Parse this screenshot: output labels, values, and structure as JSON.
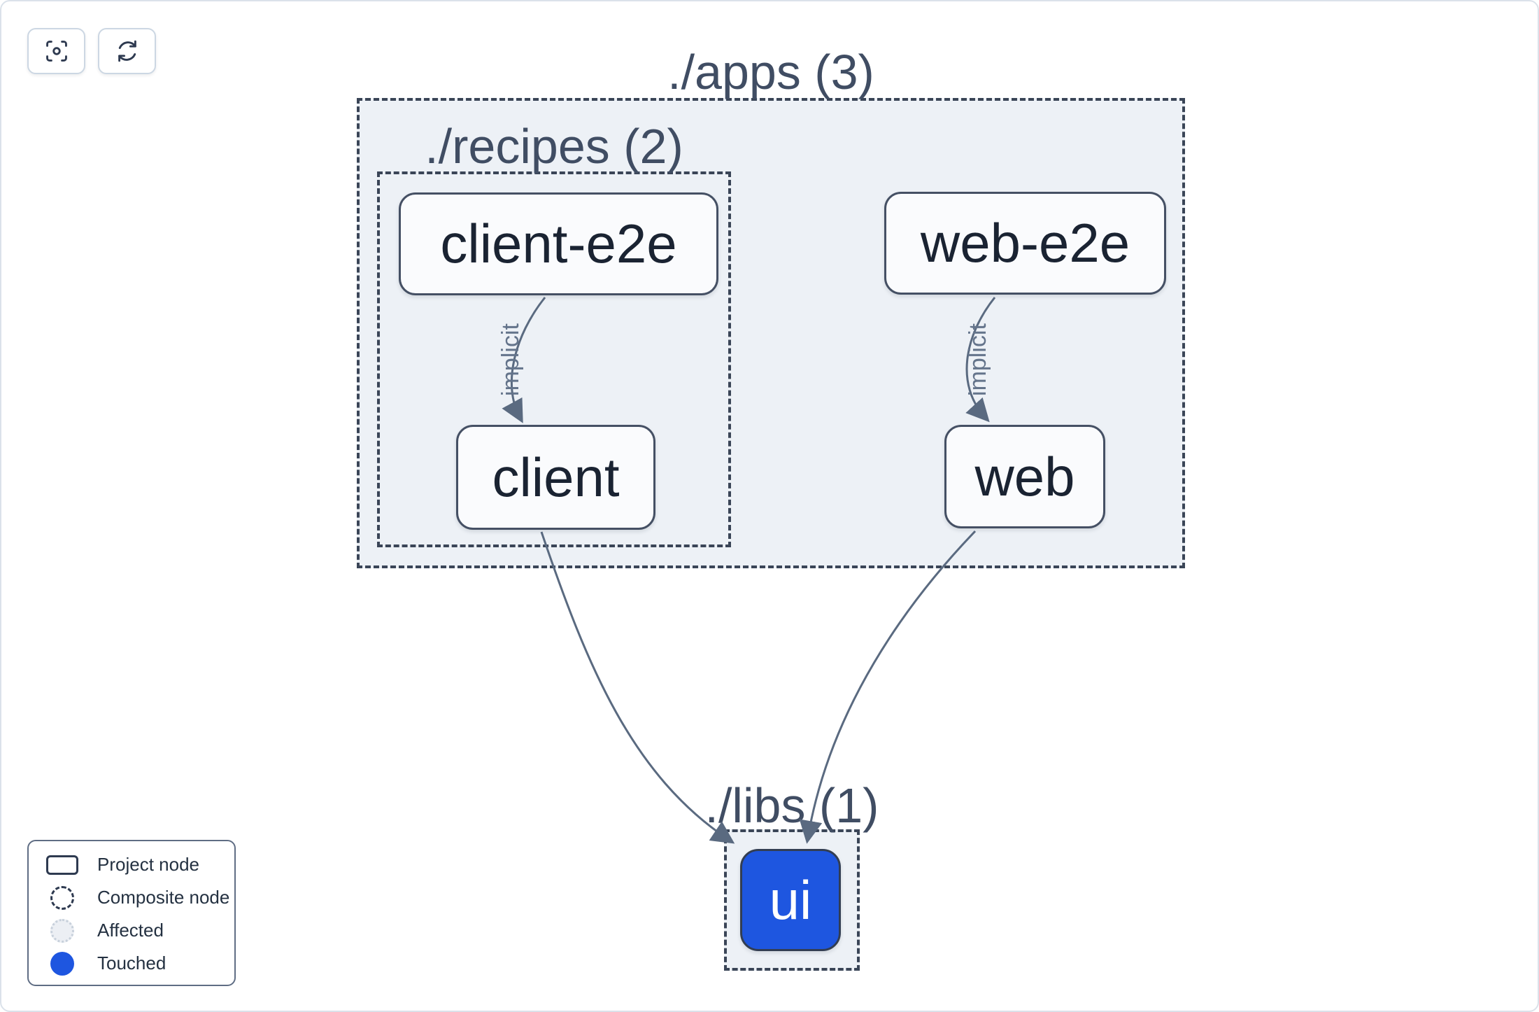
{
  "toolbar": {
    "buttons": [
      {
        "id": "focus",
        "icon": "viewfinder-icon"
      },
      {
        "id": "refresh",
        "icon": "refresh-icon"
      }
    ]
  },
  "graph": {
    "containers": [
      {
        "id": "apps",
        "label": "./apps (3)"
      },
      {
        "id": "recipes",
        "label": "./recipes (2)"
      },
      {
        "id": "libs",
        "label": "./libs (1)"
      }
    ],
    "nodes": [
      {
        "id": "client-e2e",
        "label": "client-e2e",
        "type": "project"
      },
      {
        "id": "web-e2e",
        "label": "web-e2e",
        "type": "project"
      },
      {
        "id": "client",
        "label": "client",
        "type": "project"
      },
      {
        "id": "web",
        "label": "web",
        "type": "project"
      },
      {
        "id": "ui",
        "label": "ui",
        "type": "touched"
      }
    ],
    "edges": [
      {
        "from": "client-e2e",
        "to": "client",
        "label": "implicit"
      },
      {
        "from": "web-e2e",
        "to": "web",
        "label": "implicit"
      },
      {
        "from": "client",
        "to": "ui",
        "label": ""
      },
      {
        "from": "web",
        "to": "ui",
        "label": ""
      }
    ]
  },
  "legend": {
    "items": [
      {
        "label": "Project node",
        "swatch": "project-node-swatch"
      },
      {
        "label": "Composite node",
        "swatch": "composite-node-swatch"
      },
      {
        "label": "Affected",
        "swatch": "affected-swatch"
      },
      {
        "label": "Touched",
        "swatch": "touched-swatch"
      }
    ]
  },
  "colors": {
    "touched_blue": "#1e56e0",
    "composite_fill": "#edf1f6",
    "dashed_border": "#3a4557",
    "node_border": "#455064",
    "node_fill": "#fafbfd",
    "edge": "#5a6a80",
    "group_label": "#404d63",
    "node_text": "#1a2332",
    "edge_label": "#64748b"
  }
}
